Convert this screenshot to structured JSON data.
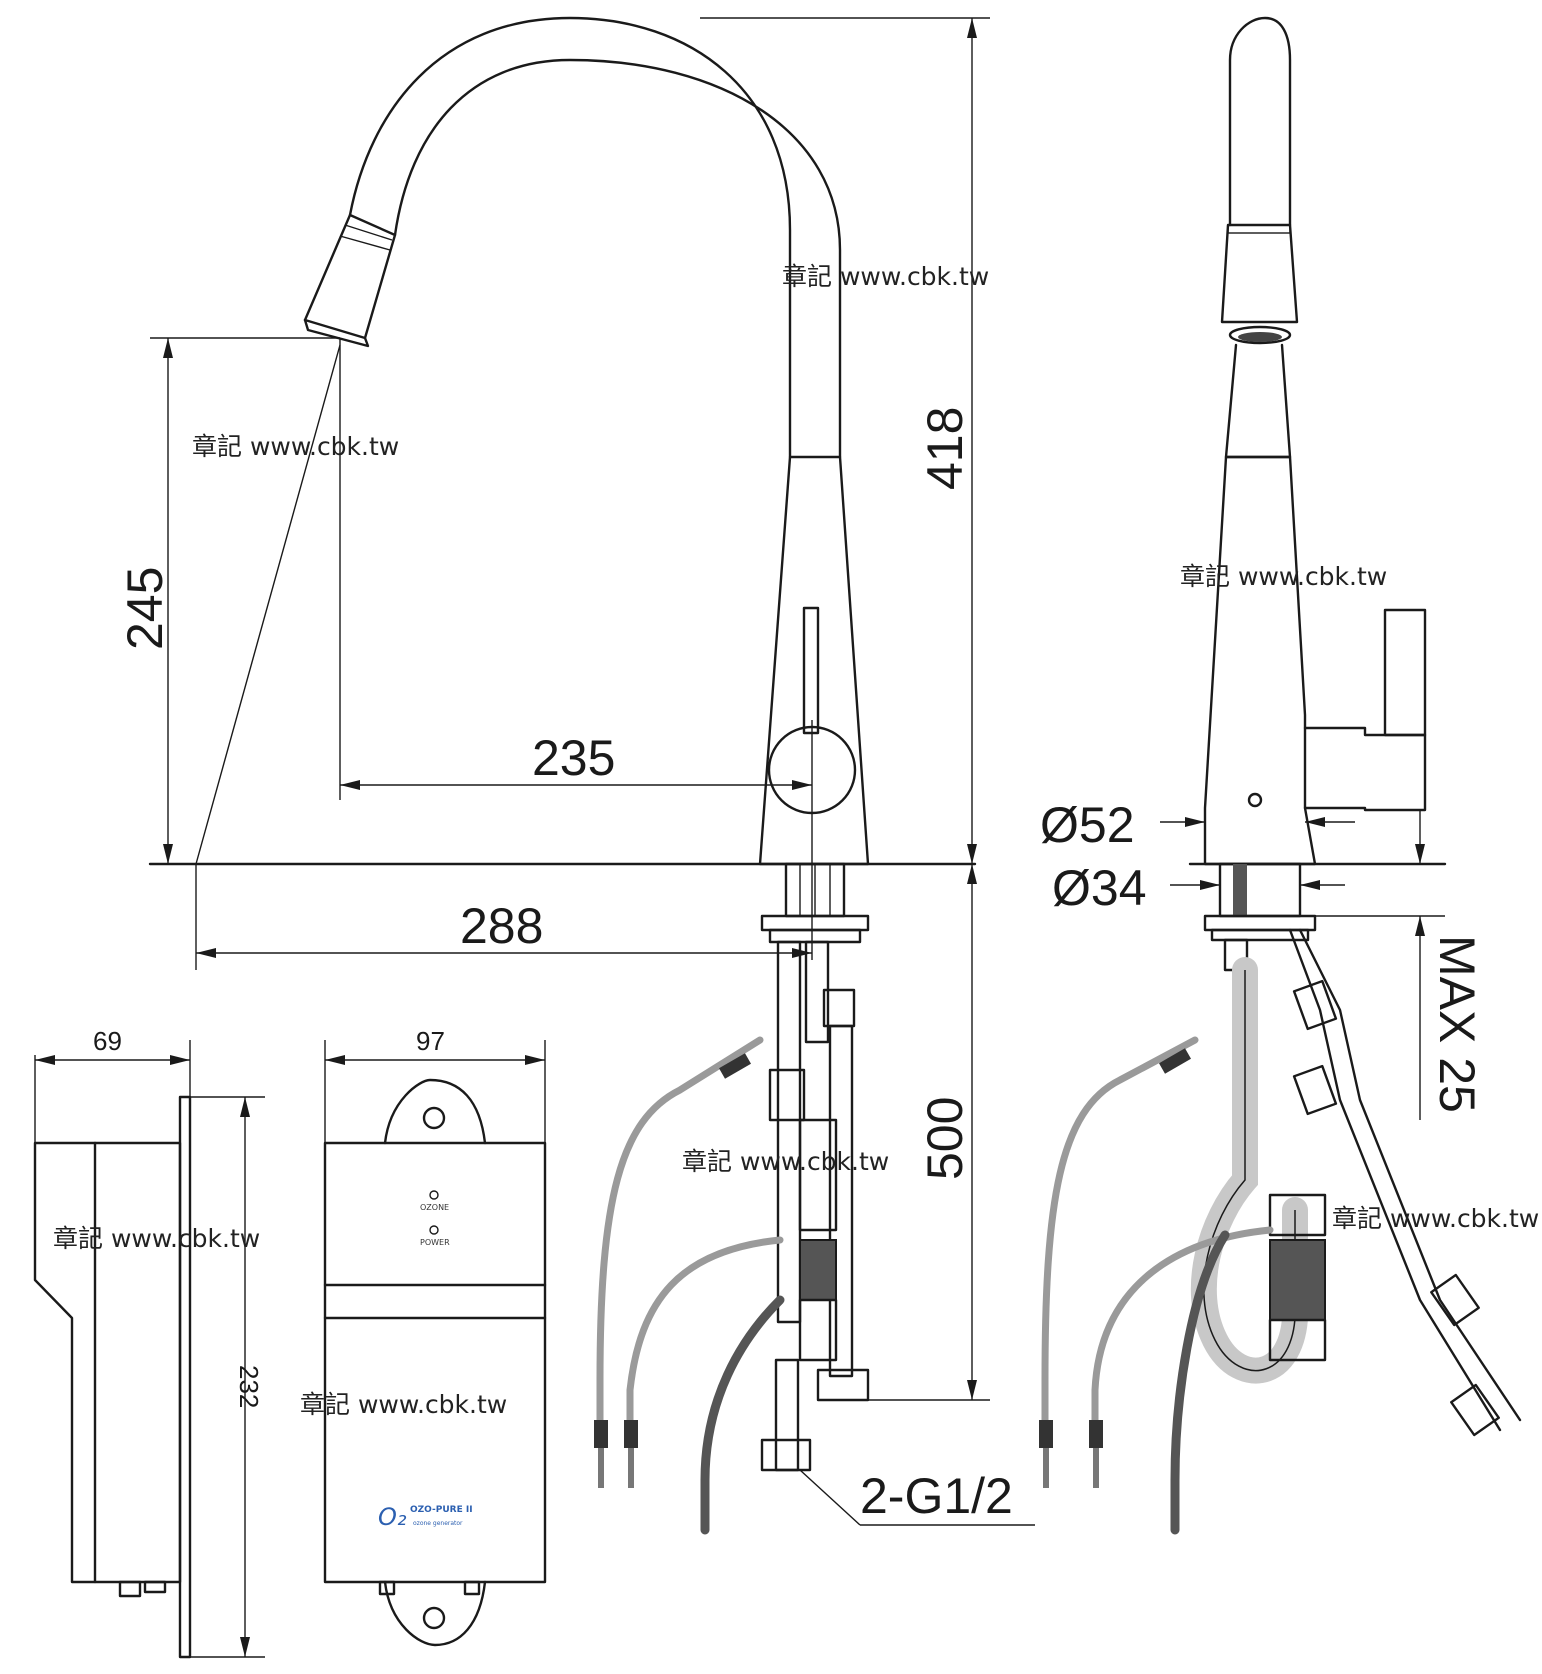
{
  "dimensions": {
    "height_total": "418",
    "spout_height": "245",
    "spout_reach": "235",
    "overall_reach": "288",
    "hose_length": "500",
    "base_diameter": "Ø52",
    "shank_diameter": "Ø34",
    "max_thickness": "MAX 25",
    "connection": "2-G1/2",
    "box_depth": "69",
    "box_width": "97",
    "box_height": "232"
  },
  "watermark": "章記 www.cbk.tw",
  "generator": {
    "indicator_1": "OZONE",
    "indicator_2": "POWER",
    "logo_symbol": "O₂",
    "logo_name": "OZO-PURE II",
    "logo_sub": "ozone generator"
  }
}
